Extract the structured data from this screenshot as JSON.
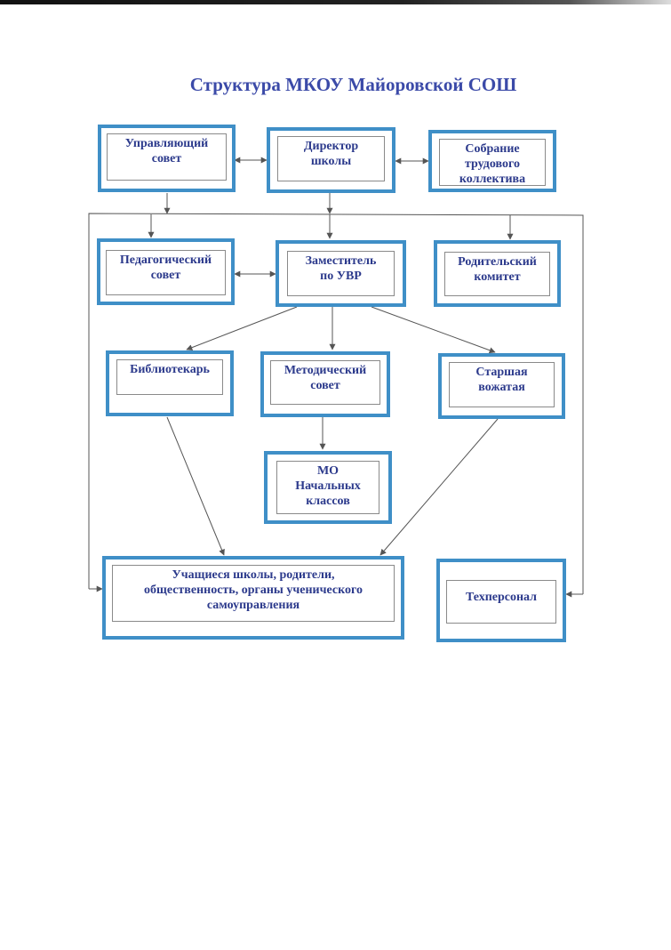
{
  "title": "Структура МКОУ Майоровской СОШ",
  "colors": {
    "box_border": "#3f8fc7",
    "text": "#2c3a8c",
    "title": "#3b4aa8",
    "connector": "#555555"
  },
  "nodes": {
    "upravl_sovet": "Управляющий\nсовет",
    "director": "Директор\nшколы",
    "sobranie": "Собрание\nтрудового\nколлектива",
    "ped_sovet": "Педагогический\nсовет",
    "zam_uvr": "Заместитель\nпо УВР",
    "rod_komitet": "Родительский\nкомитет",
    "bibliotekar": "Библиотекарь",
    "metod_sovet": "Методический\nсовет",
    "vozhataya": "Старшая\nвожатая",
    "mo_nach": "МО\nНачальных\nклассов",
    "uchashiesya": "Учащиеся школы, родители,\nобщественность, органы ученического\nсамоуправления",
    "tehpersonal": "Техперсонал"
  }
}
